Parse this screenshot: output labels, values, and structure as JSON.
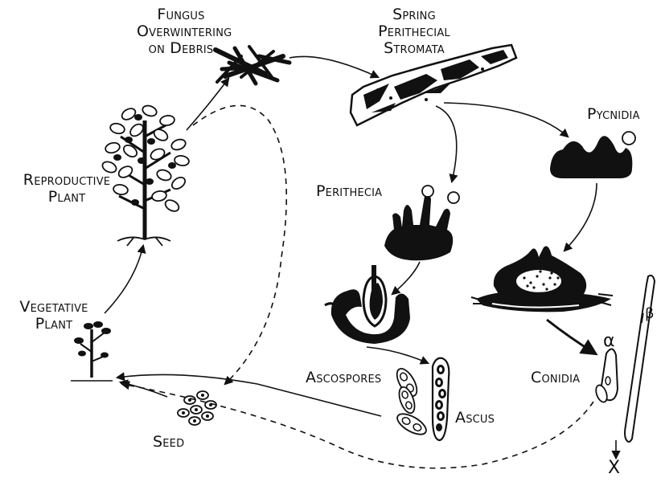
{
  "labels": {
    "fungus_overwintering": [
      "Fungus",
      "Overwintering",
      "on Debris"
    ],
    "spring_perithecial": [
      "Spring",
      "Perithecial",
      "Stromata"
    ],
    "pycnidia": "Pycnidia",
    "perithecia": "Perithecia",
    "reproductive_plant": [
      "Reproductive",
      "Plant"
    ],
    "vegetative_plant": [
      "Vegetative",
      "Plant"
    ],
    "ascospores": "Ascospores",
    "ascus": "Ascus",
    "conidia": "Conidia",
    "seed": "Seed",
    "alpha": "α",
    "beta": "β",
    "x_mark": "X"
  },
  "colors": {
    "ink": "#111111",
    "paper": "#ffffff"
  }
}
